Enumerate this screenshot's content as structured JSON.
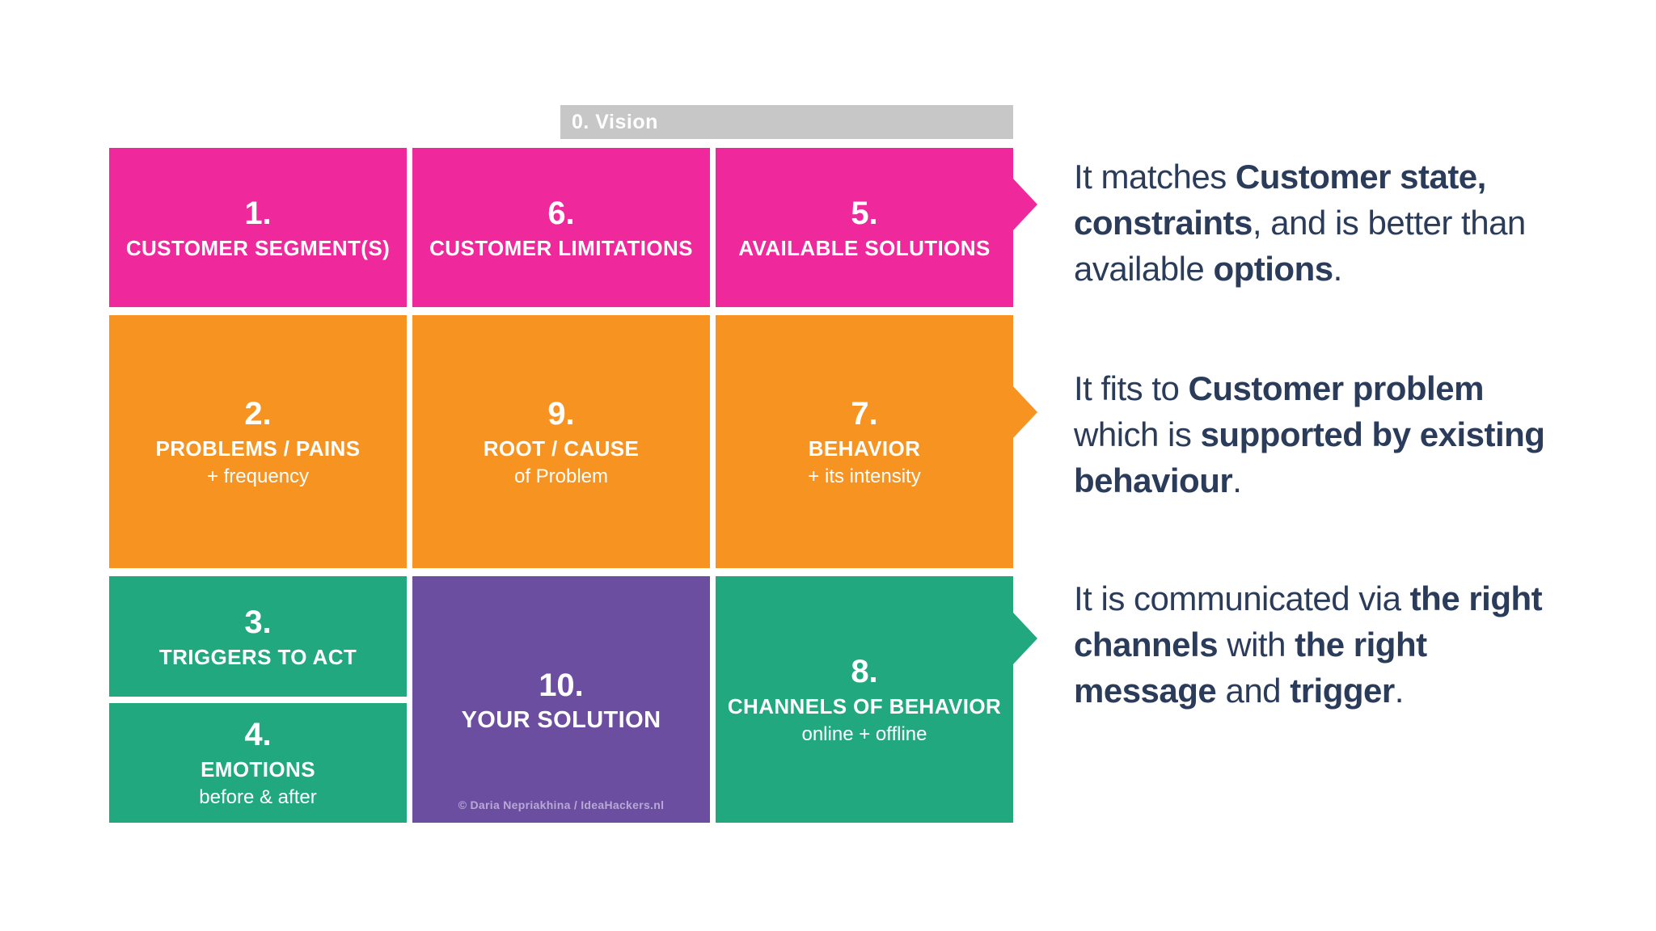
{
  "colors": {
    "pink": "#EF299C",
    "orange": "#F79421",
    "teal": "#21A87F",
    "purple": "#6C4EA0",
    "gray_bar": "#C7C7C7",
    "navy_text": "#2B3C5B",
    "credit_text": "#B9A9D9",
    "background": "#FFFFFF"
  },
  "vision_bar": {
    "label": "0. Vision"
  },
  "canvas": {
    "boxes": [
      {
        "number": "1.",
        "label": "CUSTOMER SEGMENT(S)"
      },
      {
        "number": "6.",
        "label": "CUSTOMER LIMITATIONS"
      },
      {
        "number": "5.",
        "label": "AVAILABLE SOLUTIONS"
      },
      {
        "number": "2.",
        "label": "PROBLEMS / PAINS",
        "sub": "+ frequency"
      },
      {
        "number": "9.",
        "label": "ROOT / CAUSE",
        "sub": "of Problem"
      },
      {
        "number": "7.",
        "label": "BEHAVIOR",
        "sub": "+ its intensity"
      },
      {
        "number": "3.",
        "label": "TRIGGERS TO ACT"
      },
      {
        "number": "4.",
        "label": "EMOTIONS",
        "sub": "before & after"
      },
      {
        "number": "10.",
        "label": "YOUR SOLUTION"
      },
      {
        "number": "8.",
        "label": "CHANNELS OF BEHAVIOR",
        "sub": "online + offline"
      }
    ],
    "credit": "© Daria Nepriakhina / IdeaHackers.nl"
  },
  "right_panel": {
    "paragraphs": [
      [
        [
          "It matches ",
          "Customer state,"
        ],
        [
          "constraints",
          ", and is better than"
        ],
        [
          "available ",
          "options",
          "."
        ]
      ],
      [
        [
          "It fits to ",
          "Customer problem"
        ],
        [
          "which is ",
          "supported by existing"
        ],
        [
          "behaviour",
          "."
        ]
      ],
      [
        [
          "It is communicated via ",
          "the right"
        ],
        [
          "channels",
          " with ",
          "the right"
        ],
        [
          "message",
          " and ",
          "trigger",
          "."
        ]
      ]
    ]
  }
}
